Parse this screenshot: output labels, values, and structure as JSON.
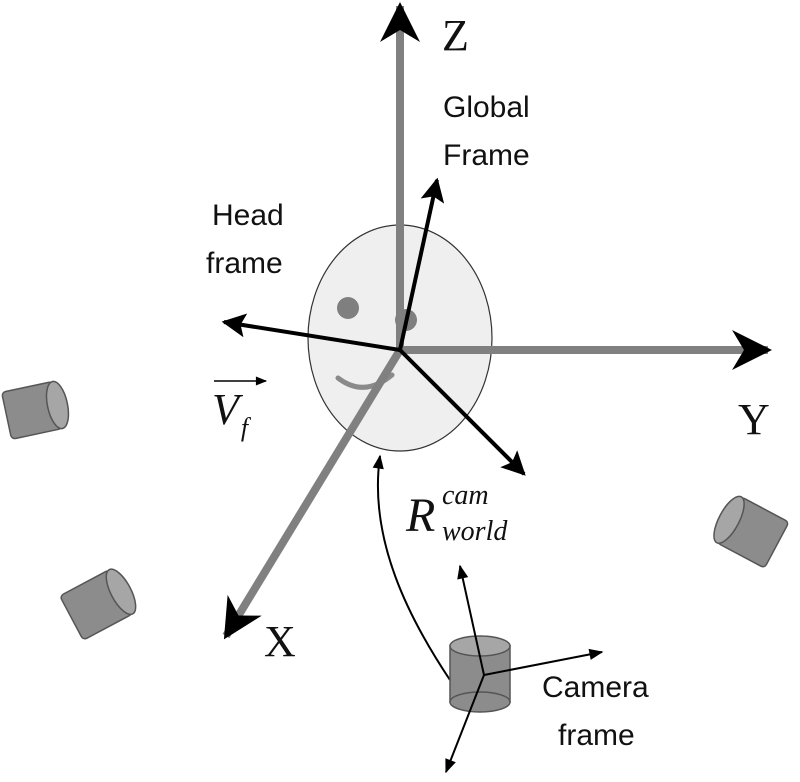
{
  "axes": {
    "z_label": "Z",
    "y_label": "Y",
    "x_label": "X"
  },
  "labels": {
    "global_frame": [
      "Global",
      "Frame"
    ],
    "head_frame": [
      "Head",
      "frame"
    ],
    "camera_frame": [
      "Camera",
      "frame"
    ]
  },
  "vf": {
    "base": "V",
    "subscript": "f"
  },
  "rotation": {
    "base": "R",
    "superscript": "cam",
    "subscript": "world"
  },
  "colors": {
    "global_axis": "#808080",
    "head_axis": "#000000",
    "face_fill": "#efefef",
    "face_feature": "#7f7f7f",
    "camera_body": "#8c8c8c"
  }
}
